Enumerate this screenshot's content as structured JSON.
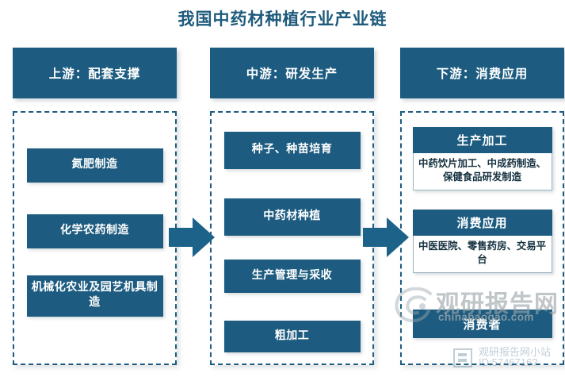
{
  "title": "我国中药材种植行业产业链",
  "colors": {
    "box_fill": "#1d5c80",
    "title_text": "#1d5a7c",
    "dashed_border": "#1d5c80",
    "card_body_text": "#14303f",
    "arrow": "#1d6289"
  },
  "columns": {
    "upstream": {
      "header": "上游：配套支撑",
      "items": [
        {
          "label": "氮肥制造"
        },
        {
          "label": "化学农药制造"
        },
        {
          "label": "机械化农业及园艺机具制造"
        }
      ]
    },
    "midstream": {
      "header": "中游：研发生产",
      "items": [
        {
          "label": "种子、种苗培育"
        },
        {
          "label": "中药材种植"
        },
        {
          "label": "生产管理与采收"
        },
        {
          "label": "粗加工"
        }
      ]
    },
    "downstream": {
      "header": "下游：消费应用",
      "cards": [
        {
          "head": "生产加工",
          "body": "中药饮片加工、中成药制造、保健食品研发制造"
        },
        {
          "head": "消费应用",
          "body": "中医医院、零售药房、交易平台"
        }
      ],
      "final_item": {
        "label": "消费者"
      }
    }
  },
  "arrows": [
    {
      "name": "upstream-to-midstream",
      "direction": "right"
    },
    {
      "name": "midstream-to-downstream",
      "direction": "right"
    }
  ],
  "watermark": {
    "brand": "观研报告网",
    "domain": "chinabaogao.com",
    "small_line1": "观研报告网小站",
    "small_line2": "ID:5746716?"
  }
}
